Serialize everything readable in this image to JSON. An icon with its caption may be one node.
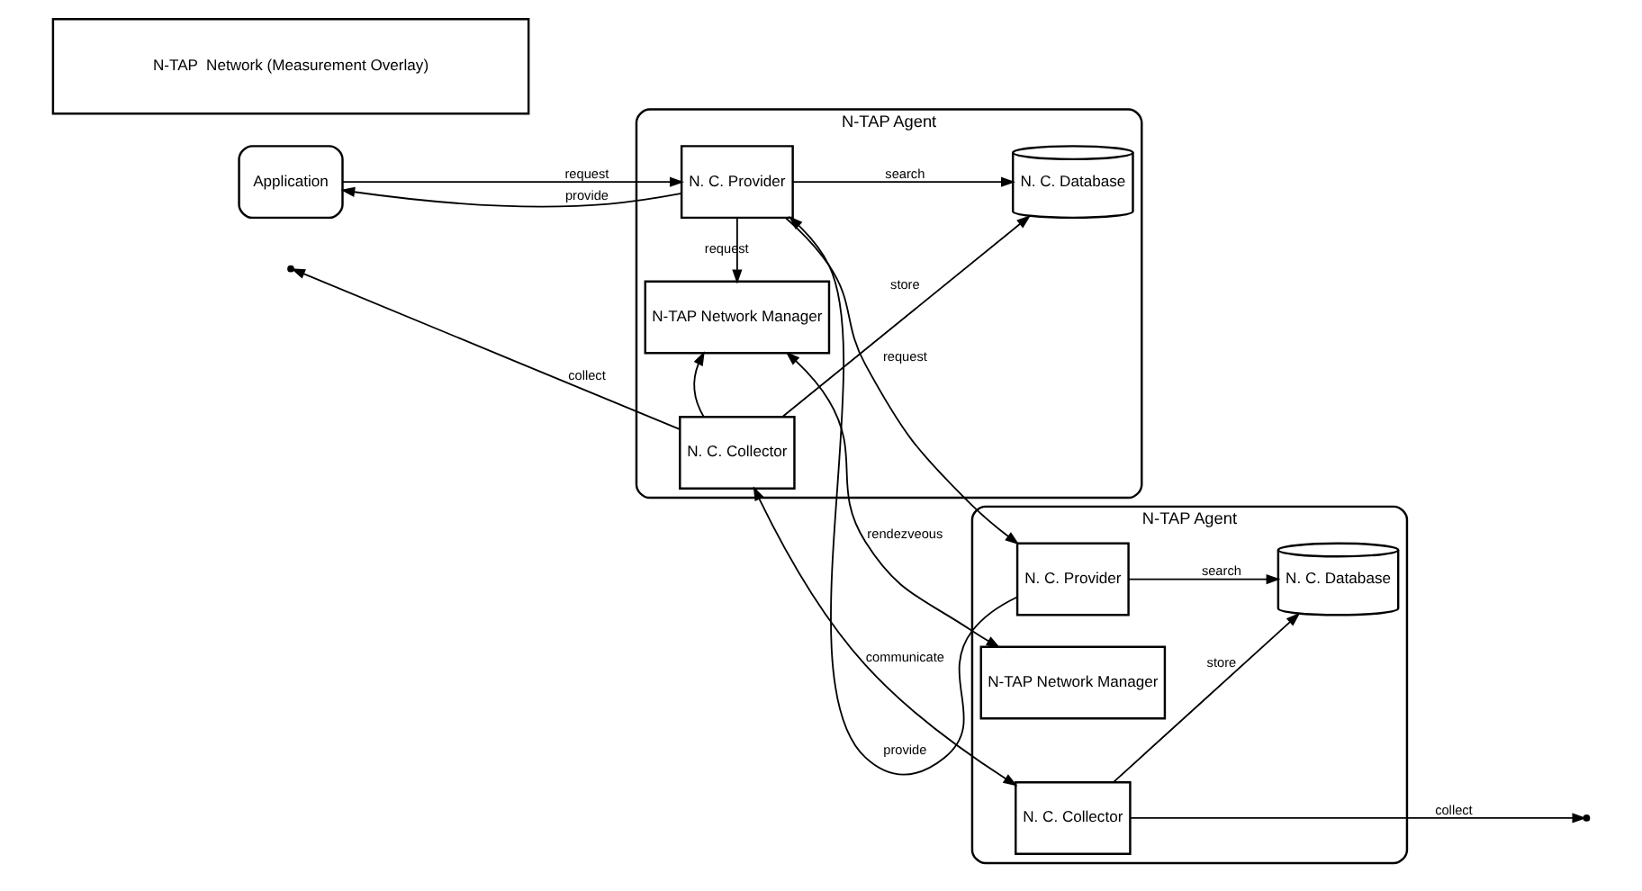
{
  "diagram": {
    "nodes": [
      {
        "text": [
          "Application"
        ]
      },
      {
        "text": [
          "N-TAP Agent"
        ]
      },
      {
        "text": [
          "N. C. Provider"
        ],
        "in": 1
      },
      {
        "text": [
          "N. C. Database"
        ],
        "in": 1
      },
      {
        "text": [
          "N. C. Collector"
        ],
        "in": 1
      },
      {
        "text": [
          "N-TAP Network Manager"
        ],
        "in": 1
      },
      {
        "text": [
          "N-TAP Agent"
        ]
      },
      {
        "text": [
          "N. C. Provider"
        ],
        "in": 6
      },
      {
        "text": [
          "N. C. Database"
        ],
        "in": 6
      },
      {
        "text": [
          "N. C. Collector"
        ],
        "in": 6
      },
      {
        "text": [
          "N-TAP Network Manager"
        ],
        "in": 6
      },
      {
        "text": [
          "N-TAP  Network (Measurement Overlay)"
        ]
      }
    ],
    "edges": [
      {
        "from": 0,
        "to": 2,
        "arrow": "to",
        "label": "request"
      },
      {
        "from": 2,
        "to": 0,
        "arrow": "to",
        "label": "provide"
      },
      {
        "from": 2,
        "to": 7,
        "arrow": "to",
        "label": "request"
      },
      {
        "from": 7,
        "to": 2,
        "arrow": "to",
        "label": "provide"
      },
      {
        "from": 2,
        "to": 3,
        "arrow": "to",
        "label": "search"
      },
      {
        "from": 7,
        "to": 8,
        "arrow": "to",
        "label": "search"
      },
      {
        "from": 4,
        "to": 3,
        "arrow": "to",
        "label": "store"
      },
      {
        "from": 9,
        "to": 8,
        "arrow": "to",
        "label": "store"
      },
      {
        "from": 4,
        "to": 9,
        "arrow": "both",
        "label": "communicate"
      },
      {
        "from": 4,
        "to": null,
        "arrow": "to",
        "label": "collect"
      },
      {
        "from": 9,
        "to": null,
        "arrow": "to",
        "label": "collect"
      },
      {
        "from": 2,
        "to": 5,
        "arrow": "to",
        "label": "request"
      },
      {
        "from": 4,
        "to": 5,
        "arrow": "to"
      },
      {
        "from": 5,
        "to": 10,
        "arrow": "both",
        "label": "rendezveous"
      }
    ]
  }
}
